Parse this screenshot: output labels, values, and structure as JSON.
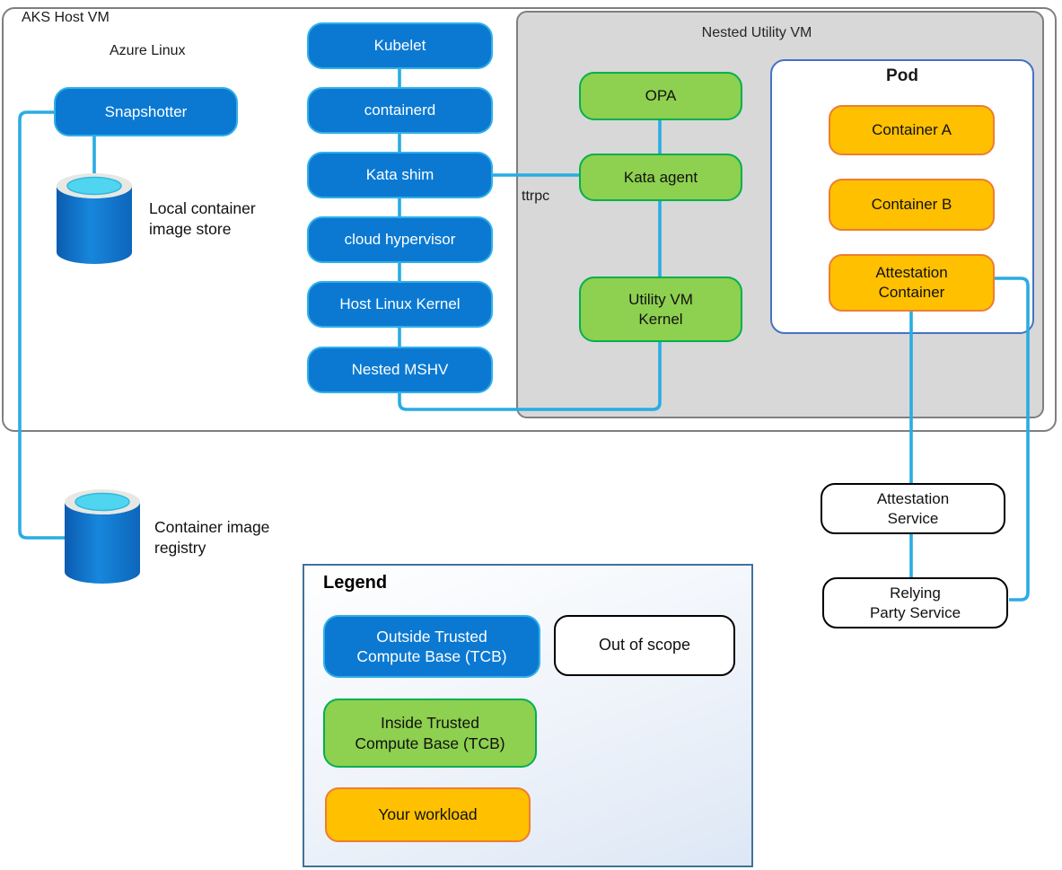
{
  "colors": {
    "blue-fill": "#0b79d2",
    "blue-border": "#2fb0e8",
    "green-fill": "#8ed04f",
    "green-border": "#00b050",
    "orange-fill": "#ffc000",
    "orange-border": "#ed7d31",
    "gray-fill": "#d8d8d8",
    "gray-border": "#7f7f7f",
    "pod-border": "#4472c4",
    "legend-border": "#41719c",
    "line": "#29ace3",
    "cyl-rim": "#e8e7e3",
    "cyl-inner": "#4fd5f0"
  },
  "containers": {
    "aks_host_vm": "AKS Host VM",
    "azure_linux": "Azure Linux",
    "nested_utility_vm": "Nested Utility VM",
    "pod": "Pod"
  },
  "nodes": {
    "snapshotter": "Snapshotter",
    "kubelet": "Kubelet",
    "containerd": "containerd",
    "kata_shim": "Kata shim",
    "cloud_hypervisor": "cloud hypervisor",
    "host_linux_kernel": "Host Linux Kernel",
    "nested_mshv": "Nested MSHV",
    "opa": "OPA",
    "kata_agent": "Kata agent",
    "utility_vm_kernel": "Utility VM\nKernel",
    "container_a": "Container A",
    "container_b": "Container B",
    "attestation_container": "Attestation\nContainer",
    "attestation_service": "Attestation\nService",
    "relying_party_service": "Relying\nParty Service"
  },
  "connections": {
    "ttrpc": "ttrpc"
  },
  "storage": {
    "local_store": "Local container\nimage store",
    "registry": "Container image\nregistry"
  },
  "legend": {
    "title": "Legend",
    "outside_tcb": "Outside Trusted\nCompute Base (TCB)",
    "out_of_scope": "Out of scope",
    "inside_tcb": "Inside Trusted\nCompute Base (TCB)",
    "workload": "Your workload"
  }
}
